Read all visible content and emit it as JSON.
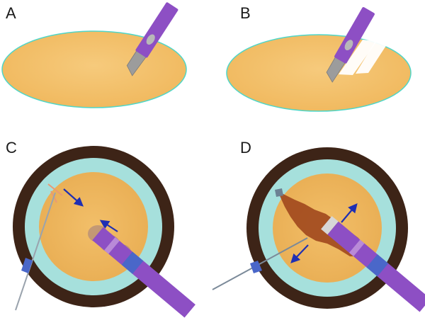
{
  "panels": [
    {
      "id": "A",
      "label": "A"
    },
    {
      "id": "B",
      "label": "B"
    },
    {
      "id": "C",
      "label": "C"
    },
    {
      "id": "D",
      "label": "D"
    }
  ],
  "colors": {
    "disc": "#f5c46b",
    "disc_edge": "#4fd6c8",
    "limbus_ring": "#a6e0dc",
    "sclera_ring": "#3d2417",
    "blade_handle": "#8d4fc4",
    "blade_metal": "#9c9c9c",
    "arrow": "#1f2fb3",
    "pigment": "#a24a1e",
    "needle": "#7b8a99"
  },
  "icons": {
    "blade": "surgical-blade-icon",
    "arrow": "arrow-icon",
    "needle": "needle-icon"
  }
}
